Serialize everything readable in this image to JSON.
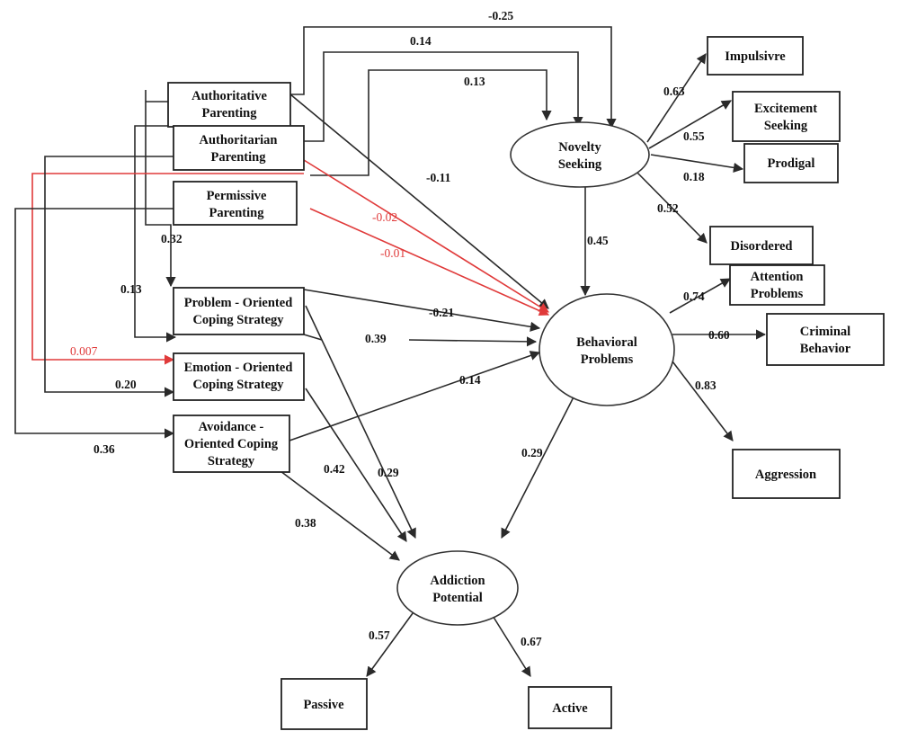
{
  "nodes": {
    "authoritative": [
      "Authoritative",
      "Parenting"
    ],
    "authoritarian": [
      "Authoritarian",
      "Parenting"
    ],
    "permissive": [
      "Permissive",
      "Parenting"
    ],
    "problem_coping": [
      "Problem - Oriented",
      "Coping Strategy"
    ],
    "emotion_coping": [
      "Emotion - Oriented",
      "Coping Strategy"
    ],
    "avoidance_coping": [
      "Avoidance -",
      "Oriented Coping",
      "Strategy"
    ],
    "novelty_seeking": [
      "Novelty",
      "Seeking"
    ],
    "behavioral_problems": [
      "Behavioral",
      "Problems"
    ],
    "addiction_potential": [
      "Addiction",
      "Potential"
    ],
    "impulsive": [
      "Impulsivre"
    ],
    "excitement_seeking": [
      "Excitement",
      "Seeking"
    ],
    "prodigal": [
      "Prodigal"
    ],
    "disordered": [
      "Disordered"
    ],
    "attention_problems": [
      "Attention",
      "Problems"
    ],
    "criminal_behavior": [
      "Criminal",
      "Behavior"
    ],
    "aggression": [
      "Aggression"
    ],
    "passive": [
      "Passive"
    ],
    "active": [
      "Active"
    ]
  },
  "coefficients": {
    "authoritative_to_novelty": "-0.25",
    "authoritarian_to_novelty_top": "0.14",
    "permissive_to_novelty": "0.13",
    "authoritative_to_behavioral": "-0.11",
    "authoritarian_to_behavioral": "-0.02",
    "permissive_to_behavioral": "-0.01",
    "authoritative_to_problem": "0.32",
    "authoritarian_to_problem": "0.13",
    "authoritarian_to_emotion": "0.007",
    "permissive_to_emotion": "0.20",
    "permissive_to_avoidance": "0.36",
    "problem_to_behavioral": "-0.21",
    "emotion_to_behavioral": "0.39",
    "avoidance_to_behavioral": "0.14",
    "novelty_to_behavioral": "0.45",
    "novelty_to_impulsive": "0.63",
    "novelty_to_excitement": "0.55",
    "novelty_to_prodigal": "0.18",
    "novelty_to_disordered": "0.52",
    "behavioral_to_attention": "0.74",
    "behavioral_to_criminal": "0.60",
    "behavioral_to_aggression": "0.83",
    "behavioral_to_addiction": "0.29",
    "emotion_to_addiction": "0.42",
    "problem_to_addiction": "0.29",
    "avoidance_to_addiction": "0.38",
    "addiction_to_passive": "0.57",
    "addiction_to_active": "0.67"
  },
  "colors": {
    "line": "#2a2a2a",
    "highlight": "#e03a3a"
  }
}
